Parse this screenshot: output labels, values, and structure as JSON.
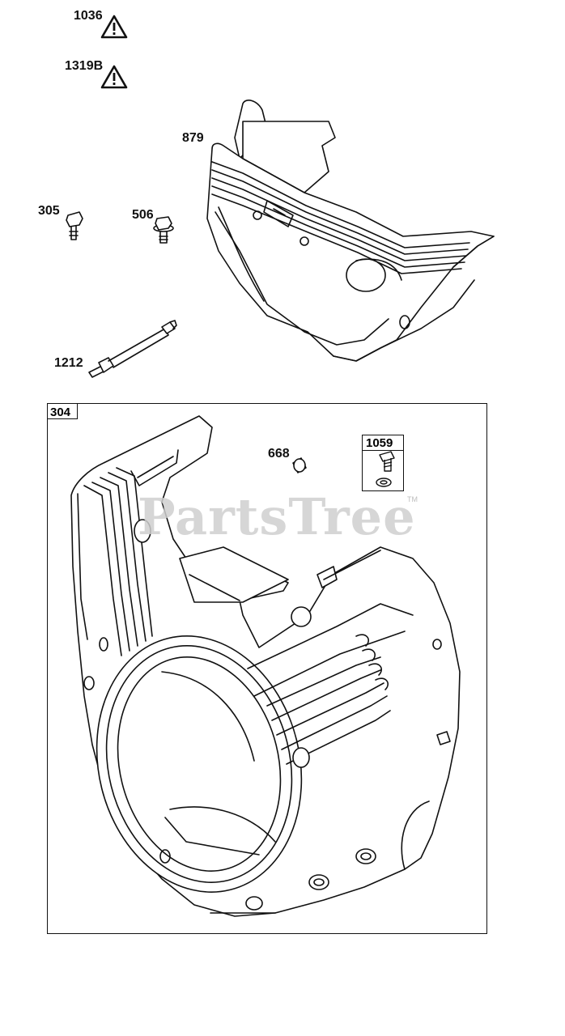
{
  "labels": {
    "p1036": "1036",
    "p1319b": "1319B",
    "p879": "879",
    "p305": "305",
    "p506": "506",
    "p1212": "1212",
    "p304": "304",
    "p668": "668",
    "p1059": "1059"
  },
  "watermark": {
    "text": "PartsTree",
    "trademark": "TM"
  },
  "icons": {
    "warning": "warning-triangle-icon"
  }
}
